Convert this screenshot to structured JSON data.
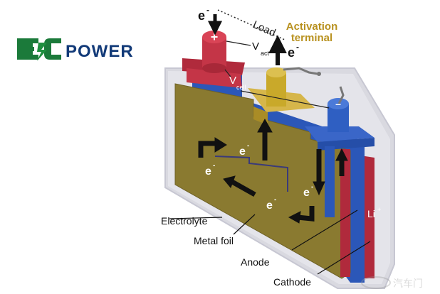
{
  "logo": {
    "text": "E",
    "word": "POWER",
    "colors": {
      "green": "#1b7a3a",
      "navy": "#123a78"
    }
  },
  "diagram": {
    "electron_symbol": "e",
    "electron_charge": "-",
    "terminal_plus": "+",
    "terminal_minus": "–",
    "load_label": "Load",
    "v_act": {
      "letter": "V",
      "sub": "act"
    },
    "v_cell": {
      "letter": "V",
      "sub": "cell"
    },
    "activation_terminal": [
      "Activation",
      "terminal"
    ],
    "li_ion": {
      "base": "Li",
      "sup": "+"
    },
    "labels": {
      "electrolyte": "Electrolyte",
      "metal_foil": "Metal foil",
      "anode": "Anode",
      "cathode": "Cathode"
    },
    "colors": {
      "case": "#d3d3dc",
      "foil": "#8a7a30",
      "anode": "#2b57b8",
      "cathode": "#b02a3c",
      "gold_terminal": "#c9a92a",
      "label_gold": "#b8911f"
    }
  },
  "watermark": {
    "text": "汽车门"
  }
}
